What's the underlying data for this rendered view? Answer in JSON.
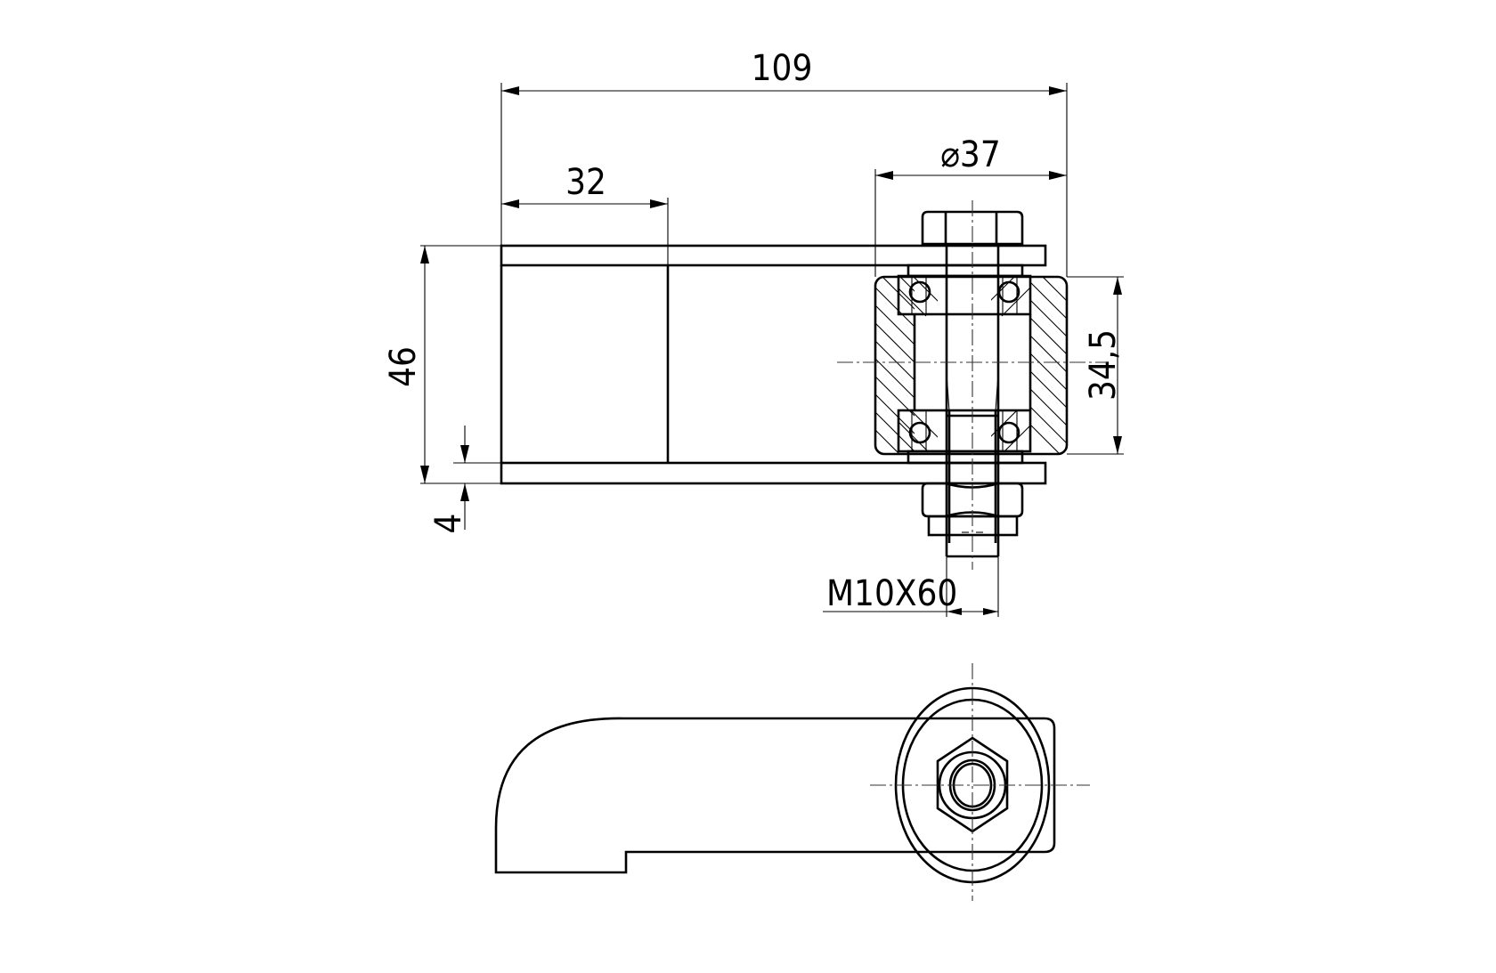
{
  "drawing": {
    "type": "technical-drawing",
    "subject": "roller hinge assembly",
    "views": [
      "front-section",
      "top"
    ],
    "line_color": "#000000",
    "background": "#ffffff"
  },
  "dimensions": {
    "overall_length": "109",
    "plate_segment_length": "32",
    "roller_diameter": "⌀37",
    "overall_height": "46",
    "plate_thickness": "4",
    "roller_width": "34,5",
    "bolt_spec": "M10X60"
  }
}
